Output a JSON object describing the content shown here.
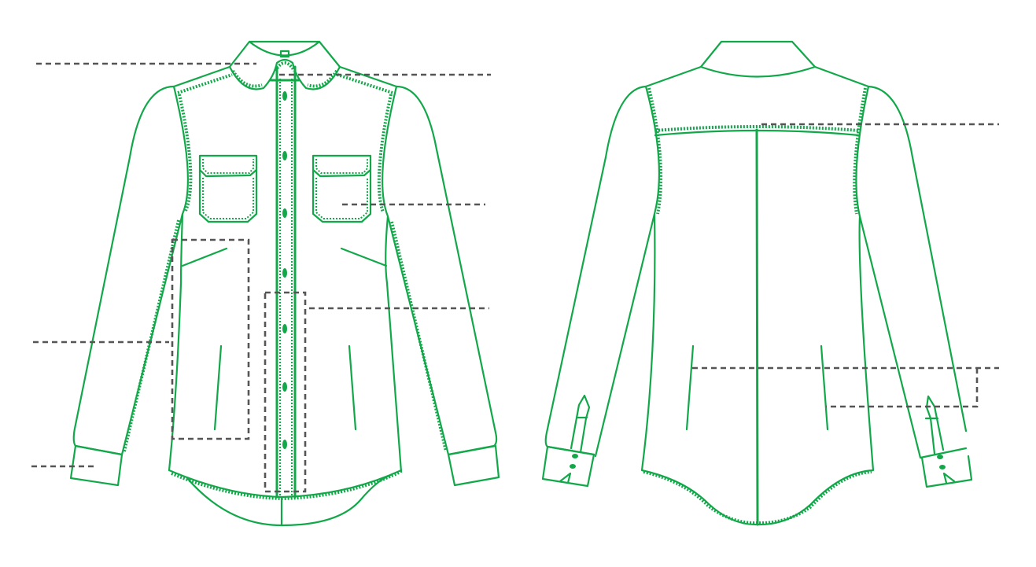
{
  "colors": {
    "garment_line": "#12a84a",
    "guide_line": "#555555",
    "background": "#ffffff"
  },
  "views": [
    {
      "id": "front",
      "buttons": 7,
      "pockets": 2
    },
    {
      "id": "back",
      "cuff_buttons_per_sleeve": 2
    }
  ]
}
